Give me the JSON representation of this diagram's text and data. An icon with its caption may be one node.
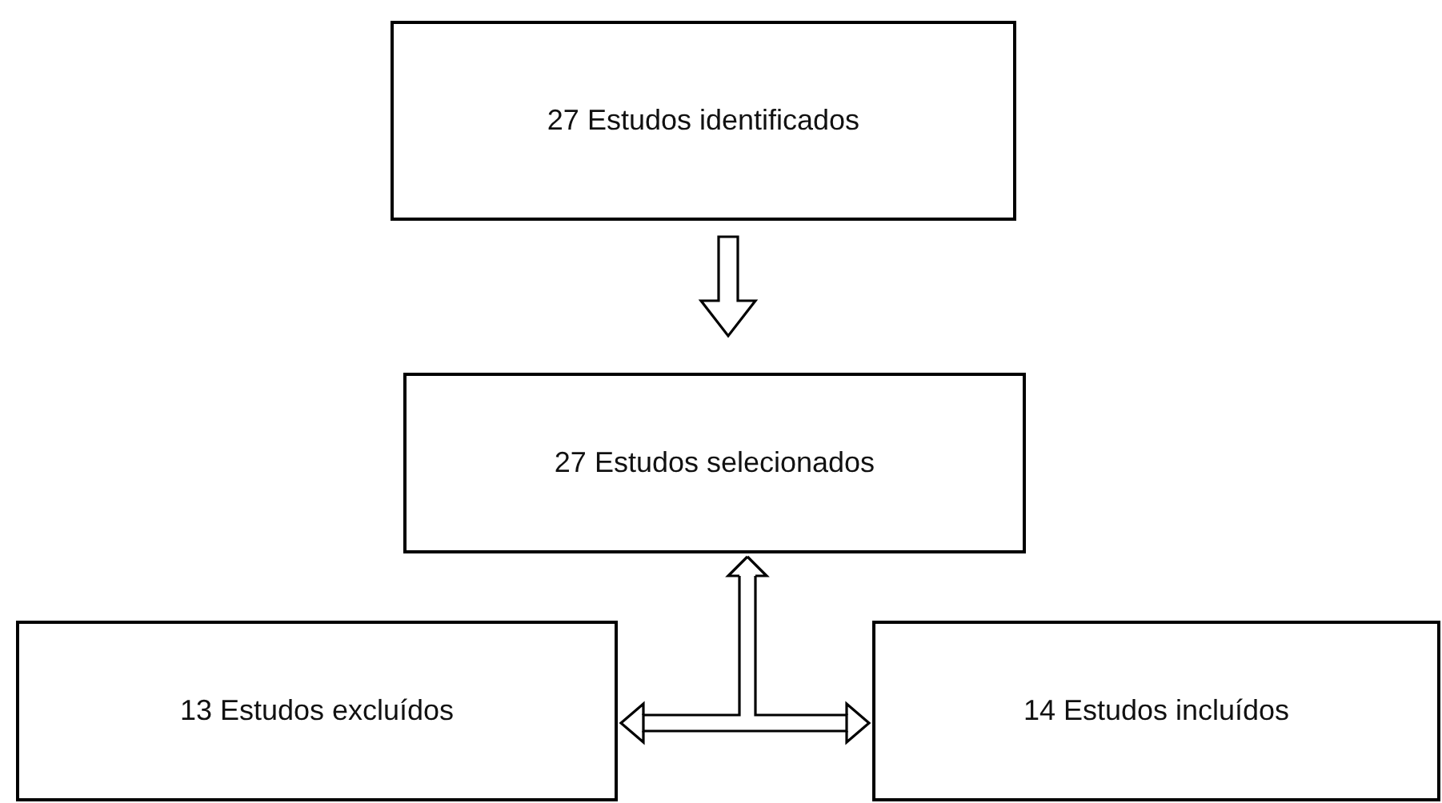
{
  "diagram": {
    "nodes": [
      {
        "text": [
          "27 Estudos identificados"
        ]
      },
      {
        "text": [
          "27 Estudos selecionados"
        ]
      },
      {
        "text": [
          "13 Estudos excluídos"
        ]
      },
      {
        "text": [
          "14 Estudos incluídos"
        ]
      }
    ],
    "edges": [
      {
        "from": 0,
        "to": 1,
        "arrow": "to"
      },
      {
        "from": 1,
        "to": 2,
        "arrow": "both"
      },
      {
        "from": 1,
        "to": 3,
        "arrow": "both"
      }
    ]
  }
}
